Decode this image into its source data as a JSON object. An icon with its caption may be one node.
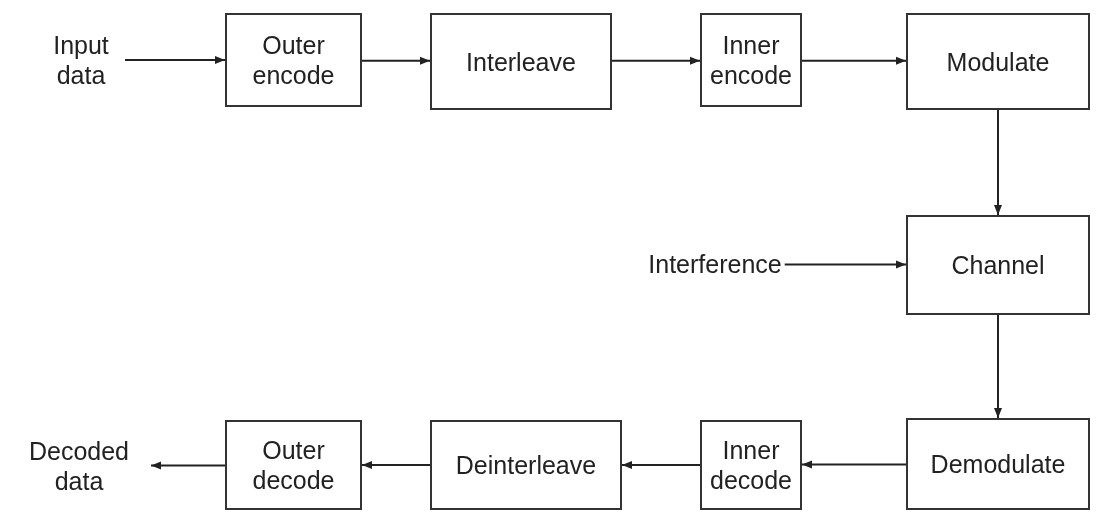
{
  "diagram": {
    "nodes": [
      {
        "text": [
          "Input data"
        ]
      },
      {
        "text": [
          "Outer encode"
        ]
      },
      {
        "text": [
          "Interleave"
        ]
      },
      {
        "text": [
          "Inner encode"
        ]
      },
      {
        "text": [
          "Modulate"
        ]
      },
      {
        "text": [
          "Interference"
        ]
      },
      {
        "text": [
          "Channel"
        ]
      },
      {
        "text": [
          "Decoded data"
        ]
      },
      {
        "text": [
          "Outer decode"
        ]
      },
      {
        "text": [
          "Deinterleave"
        ]
      },
      {
        "text": [
          "Inner decode"
        ]
      },
      {
        "text": [
          "Demodulate"
        ]
      }
    ],
    "edges": [
      {
        "from": 0,
        "to": 1,
        "arrow": "to"
      },
      {
        "from": 1,
        "to": 2,
        "arrow": "to"
      },
      {
        "from": 2,
        "to": 3,
        "arrow": "to"
      },
      {
        "from": 3,
        "to": 4,
        "arrow": "to"
      },
      {
        "from": 4,
        "to": 6,
        "arrow": "to"
      },
      {
        "from": 5,
        "to": 6,
        "arrow": "to"
      },
      {
        "from": 6,
        "to": 11,
        "arrow": "to"
      },
      {
        "from": 11,
        "to": 10,
        "arrow": "to"
      },
      {
        "from": 10,
        "to": 9,
        "arrow": "to"
      },
      {
        "from": 9,
        "to": 8,
        "arrow": "to"
      },
      {
        "from": 8,
        "to": 7,
        "arrow": "to"
      }
    ]
  }
}
